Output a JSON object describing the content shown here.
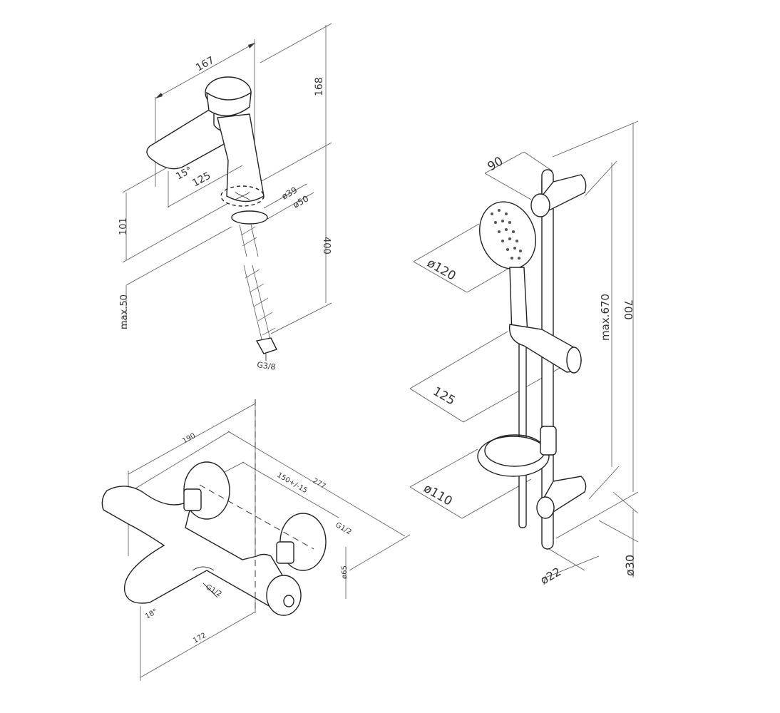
{
  "drawing": {
    "basin_mixer": {
      "width_167": "167",
      "height_168": "168",
      "spout_125": "125",
      "angle_15": "15°",
      "dia_39": "ø39",
      "dia_50": "ø50",
      "height_101": "101",
      "hose_400": "400",
      "max_50": "max.50",
      "thread": "G3/8"
    },
    "bath_mixer": {
      "depth_190": "190",
      "width_277": "277",
      "centers": "150+/-15",
      "inlet_thread": "G1/2",
      "outlet_thread": "G1/2",
      "dia_65": "ø65",
      "angle_18": "18°",
      "length_172": "172"
    },
    "shower_rail": {
      "depth_90": "90",
      "head_dia": "ø120",
      "slider_125": "125",
      "soap_dish_dia": "ø110",
      "max_670": "max.670",
      "length_700": "700",
      "bar_dia": "ø22",
      "bracket_dia": "ø30"
    }
  }
}
